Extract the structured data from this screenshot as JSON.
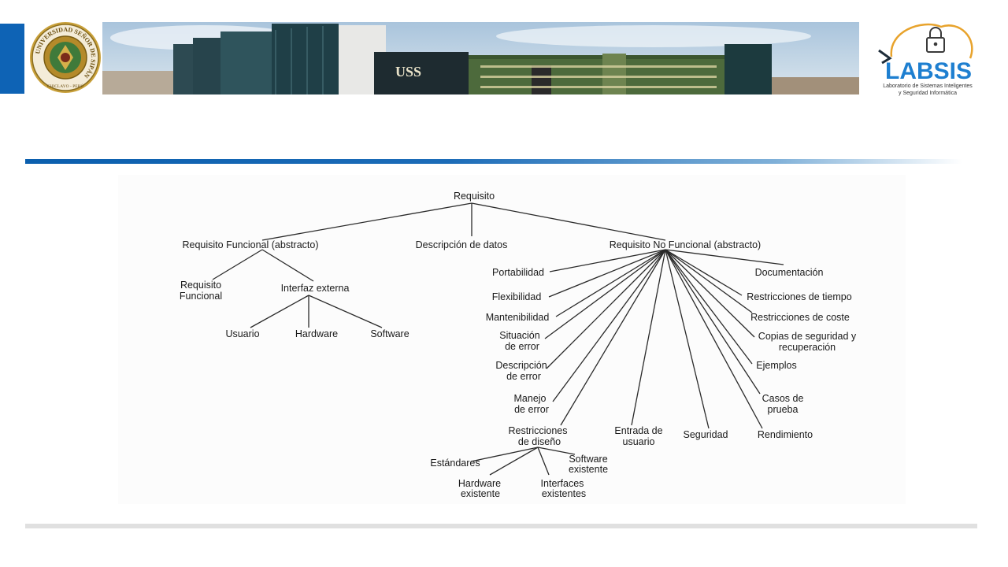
{
  "header": {
    "seal": {
      "ring_text": "UNIVERSIDAD SEÑOR DE SIPÁN",
      "sub_text": "CHICLAYO - PERÚ"
    },
    "banner": {
      "building_sign": "USS"
    },
    "logo": {
      "name": "LABSIS",
      "subtitle_line1": "Laboratorio de Sistemas Inteligentes",
      "subtitle_line2": "y Seguridad Informática"
    }
  },
  "diagram": {
    "root": "Requisito",
    "functional": "Requisito Funcional (abstracto)",
    "data_desc": "Descripción de datos",
    "nonfunctional": "Requisito No Funcional (abstracto)",
    "req_func": [
      "Requisito",
      "Funcional"
    ],
    "ext_interface": "Interfaz externa",
    "user": "Usuario",
    "hardware": "Hardware",
    "software": "Software",
    "portability": "Portabilidad",
    "flexibility": "Flexibilidad",
    "maintainability": "Mantenibilidad",
    "error_situation": [
      "Situación",
      "de error"
    ],
    "error_description": [
      "Descripción",
      "de error"
    ],
    "error_handling": [
      "Manejo",
      "de error"
    ],
    "design_constraints": [
      "Restricciones",
      "de diseño"
    ],
    "standards": "Estándares",
    "existing_software": [
      "Software",
      "existente"
    ],
    "existing_hardware": [
      "Hardware",
      "existente"
    ],
    "existing_interfaces": [
      "Interfaces",
      "existentes"
    ],
    "user_input": [
      "Entrada de",
      "usuario"
    ],
    "security": "Seguridad",
    "performance": "Rendimiento",
    "test_cases": [
      "Casos de",
      "prueba"
    ],
    "examples": "Ejemplos",
    "backup": [
      "Copias de seguridad y",
      "recuperación"
    ],
    "cost_constraints": "Restricciones de coste",
    "time_constraints": "Restricciones de tiempo",
    "documentation": "Documentación"
  }
}
